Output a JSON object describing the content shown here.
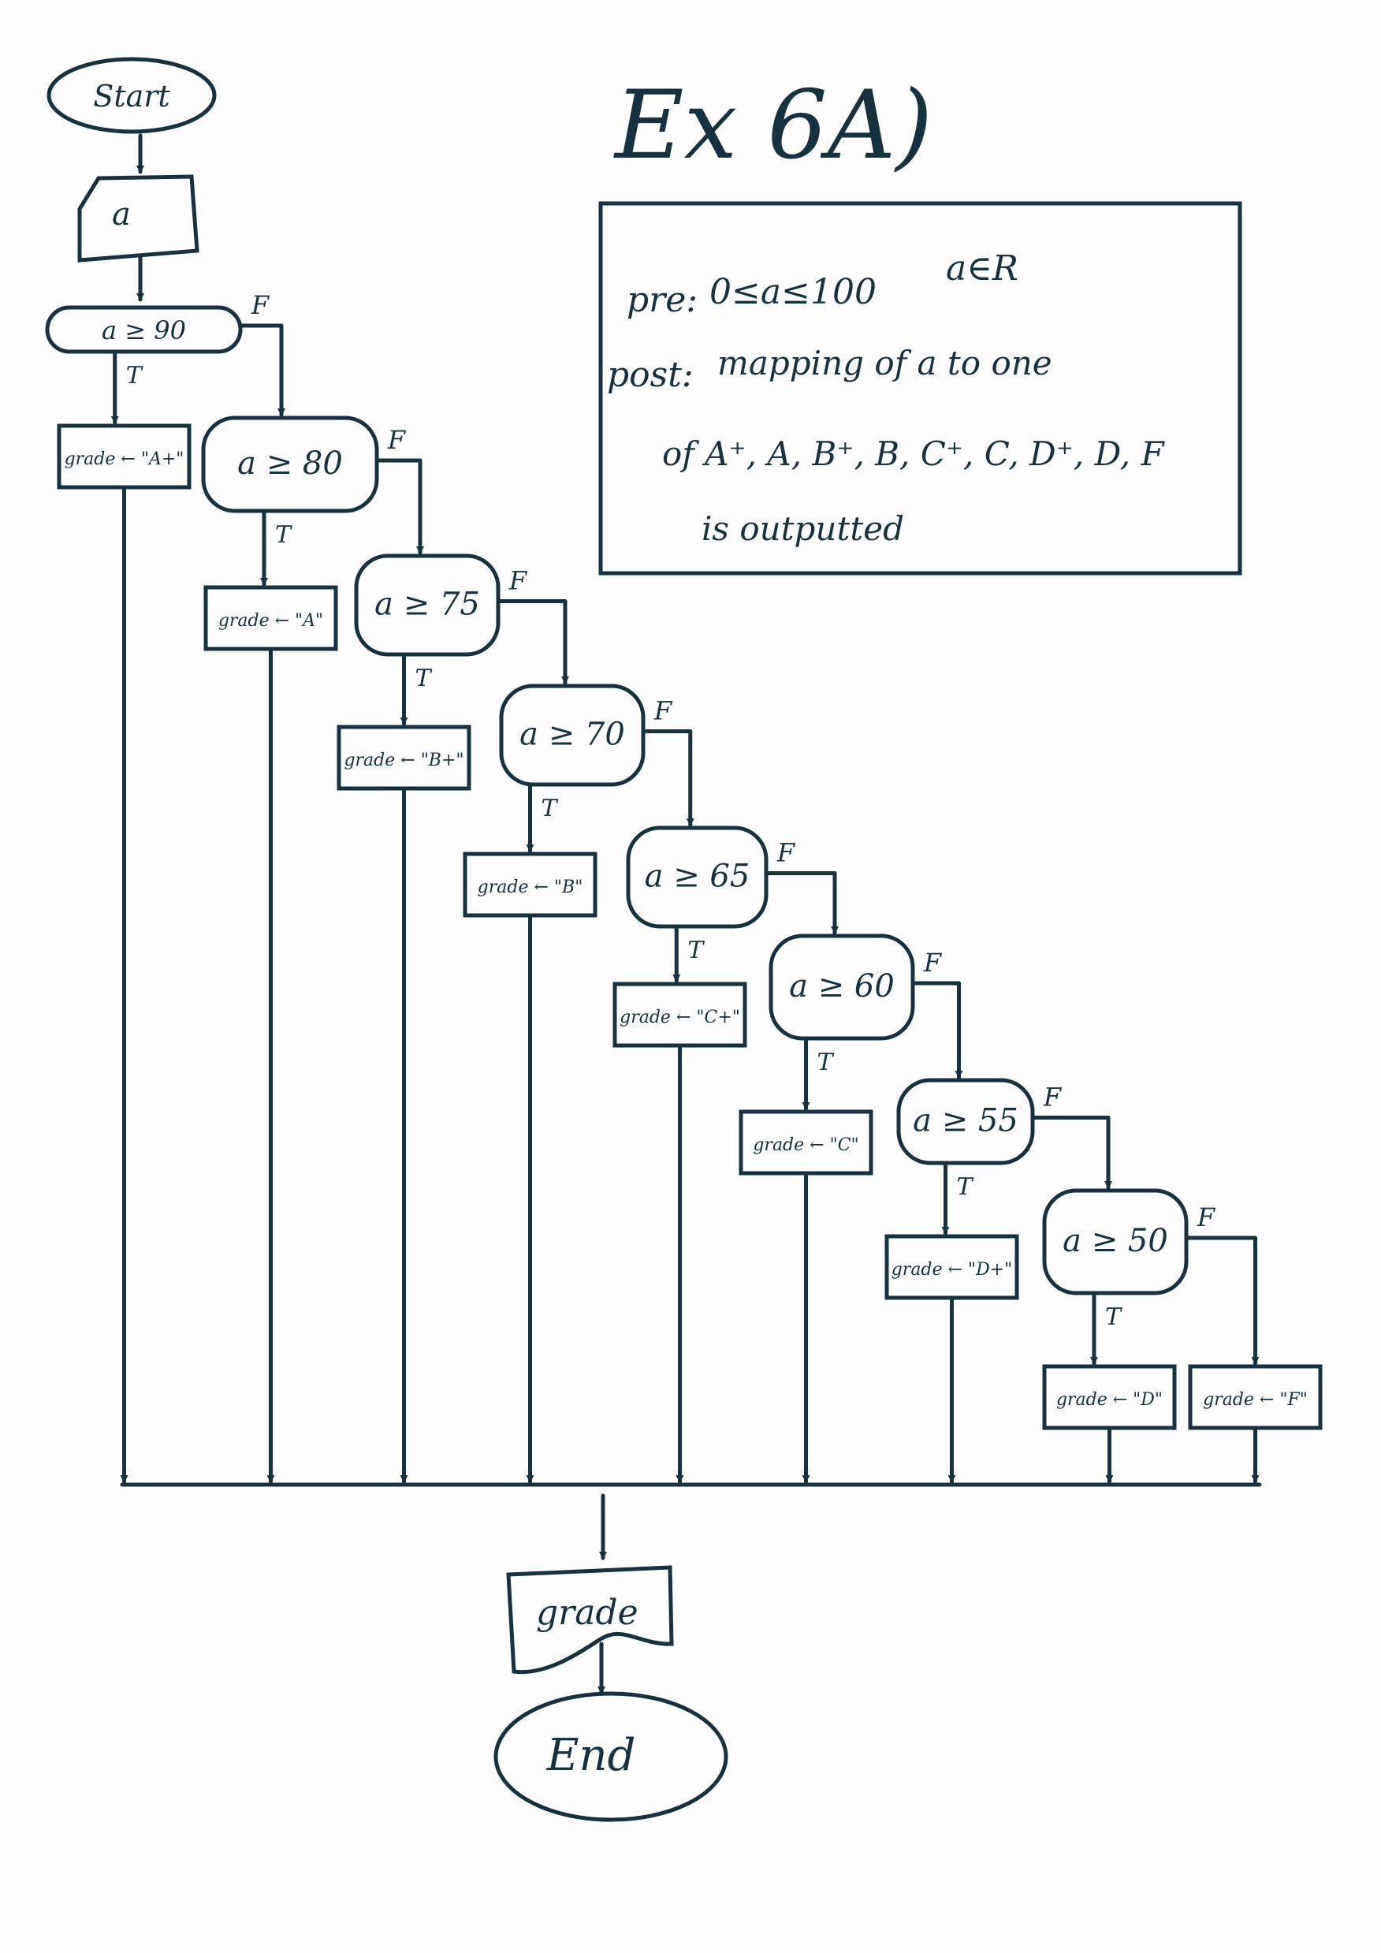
{
  "title": "Ex 6A)",
  "spec": {
    "pre_label": "pre:",
    "pre_text": "0≤a≤100",
    "domain": "a∈R",
    "post_label": "post:",
    "post_line1": "mapping of a to one",
    "post_line2": "of A⁺, A, B⁺, B, C⁺, C, D⁺, D, F",
    "post_line3": "is outputted"
  },
  "nodes": {
    "start": "Start",
    "input": "a",
    "output": "grade",
    "end": "End"
  },
  "decisions": [
    {
      "condition": "a ≥ 90",
      "action": "grade ← \"A+\""
    },
    {
      "condition": "a ≥ 80",
      "action": "grade ← \"A\""
    },
    {
      "condition": "a ≥ 75",
      "action": "grade ← \"B+\""
    },
    {
      "condition": "a ≥ 70",
      "action": "grade ← \"B\""
    },
    {
      "condition": "a ≥ 65",
      "action": "grade ← \"C+\""
    },
    {
      "condition": "a ≥ 60",
      "action": "grade ← \"C\""
    },
    {
      "condition": "a ≥ 55",
      "action": "grade ← \"D+\""
    },
    {
      "condition": "a ≥ 50",
      "action": "grade ← \"D\""
    }
  ],
  "else_action": "grade ← \"F\"",
  "labels": {
    "true": "T",
    "false": "F"
  },
  "colors": {
    "ink": "#17313f",
    "paper": "#fcfdfc"
  }
}
